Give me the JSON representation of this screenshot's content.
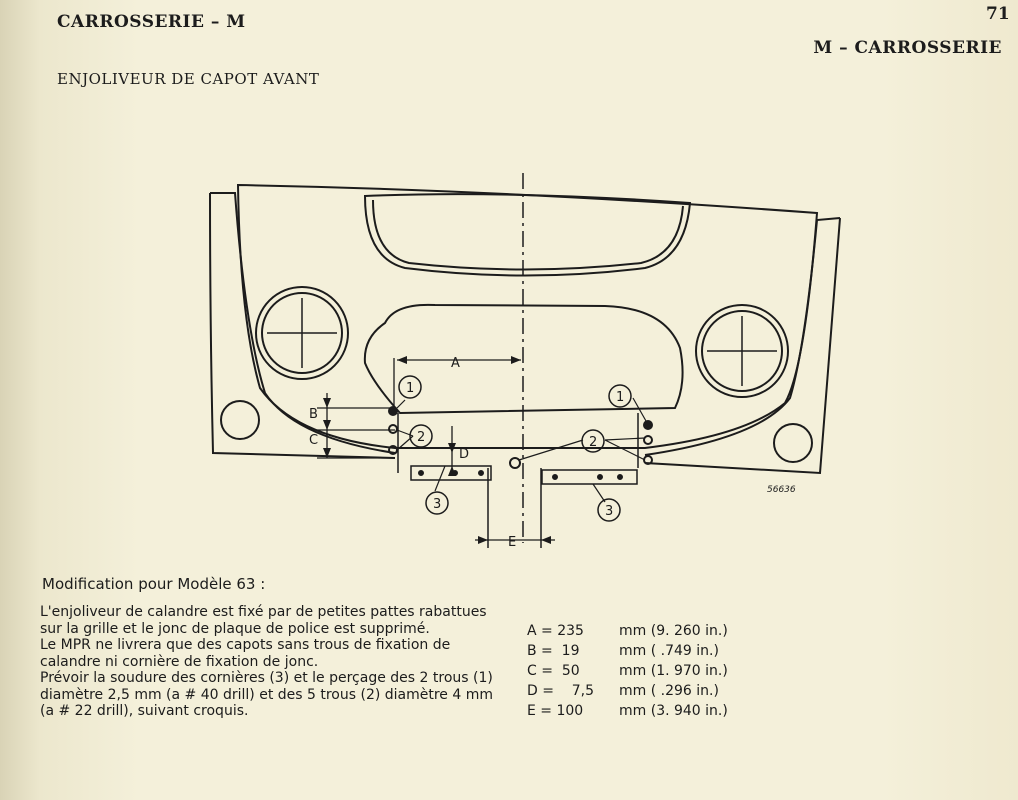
{
  "header": {
    "left_title": "CARROSSERIE – M",
    "page_number": "71",
    "right_title": "M – CARROSSERIE"
  },
  "subtitle": "ENJOLIVEUR DE CAPOT AVANT",
  "figure": {
    "reference": "56636",
    "dimension_labels": [
      "A",
      "B",
      "C",
      "D",
      "E"
    ],
    "callouts": [
      "1",
      "2",
      "3"
    ]
  },
  "modification": {
    "title": "Modification pour Modèle 63 :",
    "paragraphs": [
      "L'enjoliveur de calandre est fixé par de petites pattes rabattues sur la grille et le jonc de plaque de police est supprimé.",
      "Le MPR ne livrera que des capots sans trous de fixation de calandre ni cornière de fixation de jonc.",
      "Prévoir la soudure des cornières (3) et le perçage des 2 trous (1) diamètre 2,5 mm (a # 40 drill) et des 5 trous (2) diamètre 4 mm (a # 22 drill), suivant croquis."
    ]
  },
  "dimensions": [
    {
      "label": "A = 235",
      "value": "mm (9. 260 in.)"
    },
    {
      "label": "B =  19",
      "value": "mm ( .749 in.)"
    },
    {
      "label": "C =  50",
      "value": "mm (1. 970 in.)"
    },
    {
      "label": "D =    7,5",
      "value": "mm ( .296 in.)"
    },
    {
      "label": "E = 100",
      "value": "mm (3. 940 in.)"
    }
  ]
}
